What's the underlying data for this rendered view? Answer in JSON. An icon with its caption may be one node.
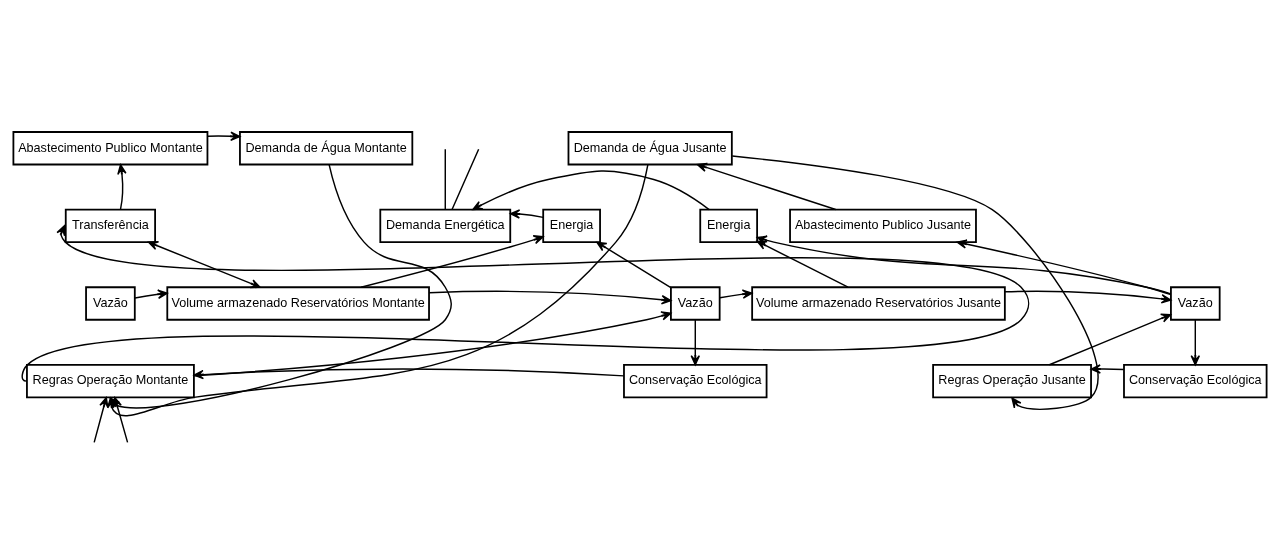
{
  "diagram": {
    "nodes": [
      {
        "text": [
          "Abastecimento Publico Montante"
        ]
      },
      {
        "text": [
          "Demanda de Água Montante"
        ]
      },
      {
        "text": [
          "Demanda de Água Jusante"
        ]
      },
      {
        "text": [
          "Transferência"
        ]
      },
      {
        "text": [
          "Energia"
        ]
      },
      {
        "text": [
          "Demanda Energética"
        ]
      },
      {
        "text": [
          "Energia"
        ]
      },
      {
        "text": [
          "Abastecimento Publico Jusante"
        ]
      },
      {
        "text": [
          "Vazão"
        ]
      },
      {
        "text": [
          "Volume armazenado Reservatórios Montante"
        ]
      },
      {
        "text": [
          "Vazão"
        ]
      },
      {
        "text": [
          "Volume armazenado Reservatórios Jusante"
        ]
      },
      {
        "text": [
          "Vazão"
        ]
      },
      {
        "text": [
          "Regras Operação Montante"
        ]
      },
      {
        "text": [
          "Conservação Ecológica"
        ]
      },
      {
        "text": [
          "Regras Operação Jusante"
        ]
      },
      {
        "text": [
          "Conservação Ecológica"
        ]
      }
    ],
    "edges": [
      {
        "from": 3,
        "to": 0,
        "arrow": "to"
      },
      {
        "from": 0,
        "to": 1,
        "arrow": "to"
      },
      {
        "from": 1,
        "to": 13,
        "arrow": "to"
      },
      {
        "from": 5,
        "to": null,
        "arrow": "none"
      },
      {
        "from": 5,
        "to": null,
        "arrow": "none"
      },
      {
        "from": 4,
        "to": 5,
        "arrow": "to"
      },
      {
        "from": 6,
        "to": 5,
        "arrow": "to"
      },
      {
        "from": 7,
        "to": 2,
        "arrow": "to"
      },
      {
        "from": 2,
        "to": 13,
        "arrow": "to"
      },
      {
        "from": 2,
        "to": 15,
        "arrow": "to"
      },
      {
        "from": 3,
        "to": 9,
        "arrow": "both"
      },
      {
        "from": 9,
        "to": 4,
        "arrow": "to"
      },
      {
        "from": 10,
        "to": 4,
        "arrow": "to"
      },
      {
        "from": 11,
        "to": 6,
        "arrow": "to"
      },
      {
        "from": 12,
        "to": 6,
        "arrow": "to"
      },
      {
        "from": 12,
        "to": 7,
        "arrow": "to"
      },
      {
        "from": 8,
        "to": 9,
        "arrow": "to"
      },
      {
        "from": 9,
        "to": 10,
        "arrow": "to"
      },
      {
        "from": 10,
        "to": 11,
        "arrow": "to"
      },
      {
        "from": 11,
        "to": 12,
        "arrow": "to"
      },
      {
        "from": 13,
        "to": 10,
        "arrow": "to"
      },
      {
        "from": 10,
        "to": 14,
        "arrow": "to"
      },
      {
        "from": 14,
        "to": 13,
        "arrow": "to"
      },
      {
        "from": 13,
        "to": 3,
        "arrow": "to"
      },
      {
        "from": 15,
        "to": 12,
        "arrow": "to"
      },
      {
        "from": 12,
        "to": 16,
        "arrow": "to"
      },
      {
        "from": 16,
        "to": 15,
        "arrow": "to"
      },
      {
        "from": null,
        "to": 13,
        "arrow": "to"
      },
      {
        "from": null,
        "to": 13,
        "arrow": "to"
      }
    ]
  }
}
